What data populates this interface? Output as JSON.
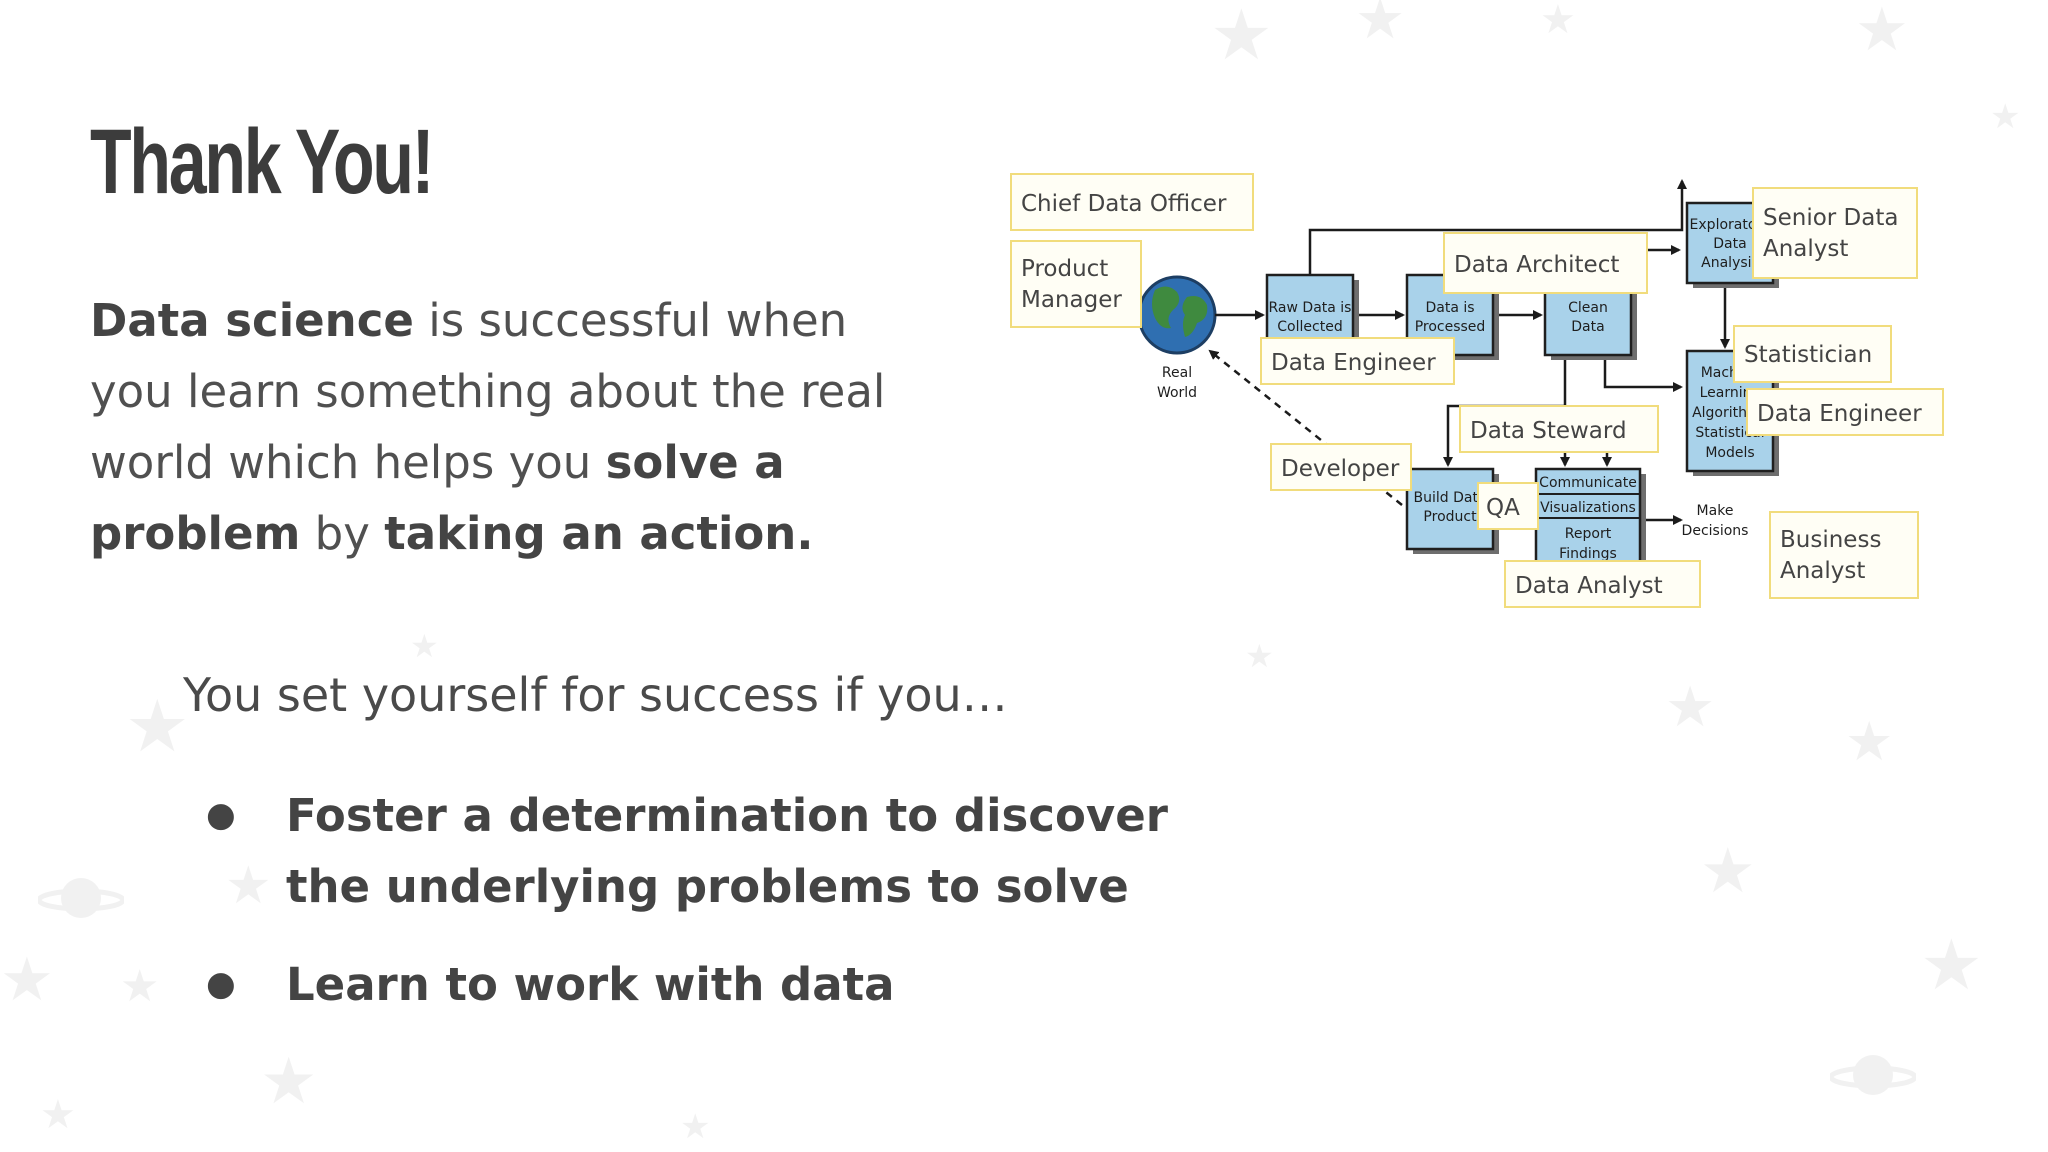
{
  "slide": {
    "title": "Thank You!",
    "intro": {
      "p1_bold": "Data science",
      "p1_rest": " is successful when you learn something about the real world which helps you ",
      "p2_bold": "solve a problem",
      "p2_rest": " by ",
      "p3_bold": "taking an action."
    },
    "lead": "You set yourself for success if you…",
    "bullets": [
      "Foster a determination to discover the underlying problems to solve",
      "Learn to work with data"
    ],
    "bullet_glyph": "●"
  },
  "diagram": {
    "globe_label_1": "Real",
    "globe_label_2": "World",
    "steps": {
      "raw_1": "Raw Data is",
      "raw_2": "Collected",
      "processed_1": "Data is",
      "processed_2": "Processed",
      "clean_1": "Clean",
      "clean_2": "Data",
      "eda_1": "Exploratory",
      "eda_2": "Data",
      "eda_3": "Analysis",
      "ml_1": "Machine",
      "ml_2": "Learning",
      "ml_3": "Algorithms",
      "ml_4": "Statistical",
      "ml_5": "Models",
      "build_1": "Build Data",
      "build_2": "Product",
      "comm_1": "Communicate",
      "comm_2": "Visualizations",
      "comm_3": "Report",
      "comm_4": "Findings",
      "decisions_1": "Make",
      "decisions_2": "Decisions"
    },
    "roles": {
      "chief_data_officer": "Chief Data Officer",
      "product_manager_1": "Product",
      "product_manager_2": "Manager",
      "data_architect": "Data Architect",
      "senior_analyst_1": "Senior Data",
      "senior_analyst_2": "Analyst",
      "data_engineer_left": "Data Engineer",
      "statistician": "Statistician",
      "data_engineer_right": "Data Engineer",
      "data_steward": "Data Steward",
      "developer": "Developer",
      "qa": "QA",
      "business_analyst_1": "Business",
      "business_analyst_2": "Analyst",
      "data_analyst": "Data Analyst"
    }
  }
}
